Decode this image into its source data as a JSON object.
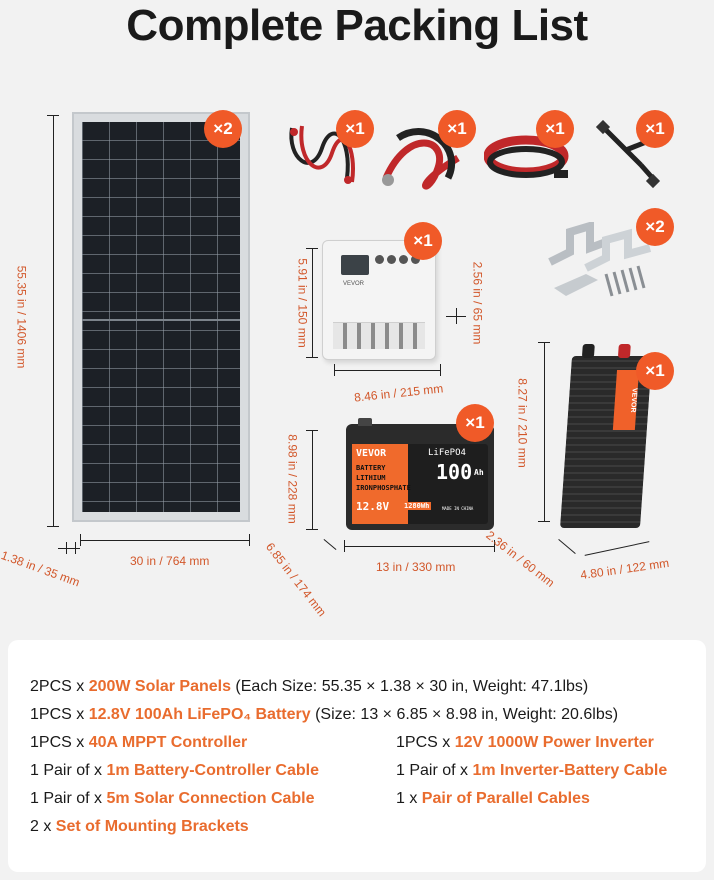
{
  "title": "Complete Packing List",
  "accent_color": "#f05a28",
  "badges": {
    "panel": "×2",
    "cable1": "×1",
    "cable2": "×1",
    "cable3": "×1",
    "cable4": "×1",
    "controller": "×1",
    "brackets": "×2",
    "battery": "×1",
    "inverter": "×1"
  },
  "dimensions": {
    "panel_height": "55.35 in / 1406 mm",
    "panel_width": "30 in / 764 mm",
    "panel_depth": "1.38 in / 35 mm",
    "controller_height": "5.91 in / 150 mm",
    "controller_depth": "2.56 in / 65 mm",
    "controller_width": "8.46 in / 215 mm",
    "battery_height": "8.98 in / 228 mm",
    "battery_depth": "6.85 in / 174 mm",
    "battery_width": "13 in / 330 mm",
    "inverter_height": "8.27 in / 210 mm",
    "inverter_depth": "2.36 in / 60 mm",
    "inverter_width": "4.80 in / 122 mm"
  },
  "battery_label": {
    "brand": "VEVOR",
    "chem": "LiFePO4",
    "line1": "BATTERY",
    "line2": "LITHIUM",
    "line3": "IRONPHOSPHATE",
    "capacity": "100",
    "unit": "Ah",
    "voltage": "12.8V",
    "energy": "1280Wh",
    "made": "MADE IN CHINA"
  },
  "inverter_label": "VEVOR",
  "controller_label": "VEVOR",
  "list": {
    "l1": {
      "qty": "2PCS x ",
      "item": "200W Solar Panels",
      "rest": " (Each Size: 55.35 × 1.38 × 30 in, Weight: 47.1lbs)"
    },
    "l2": {
      "qty": "1PCS x ",
      "item": "12.8V 100Ah LiFePO₄ Battery",
      "rest": " (Size: 13 × 6.85 × 8.98 in, Weight: 20.6lbs)"
    },
    "l3": {
      "qty": "1PCS x ",
      "item": "40A MPPT Controller"
    },
    "l4": {
      "qty": "1PCS x ",
      "item": "12V 1000W Power Inverter"
    },
    "l5": {
      "qty": "1 Pair of x ",
      "item": "1m Battery-Controller Cable"
    },
    "l6": {
      "qty": "1 Pair of x ",
      "item": "1m Inverter-Battery Cable"
    },
    "l7": {
      "qty": "1 Pair of x ",
      "item": "5m Solar Connection Cable"
    },
    "l8": {
      "qty": "1 x ",
      "item": "Pair of  Parallel Cables"
    },
    "l9": {
      "qty": "2 x ",
      "item": "Set of Mounting Brackets"
    }
  }
}
